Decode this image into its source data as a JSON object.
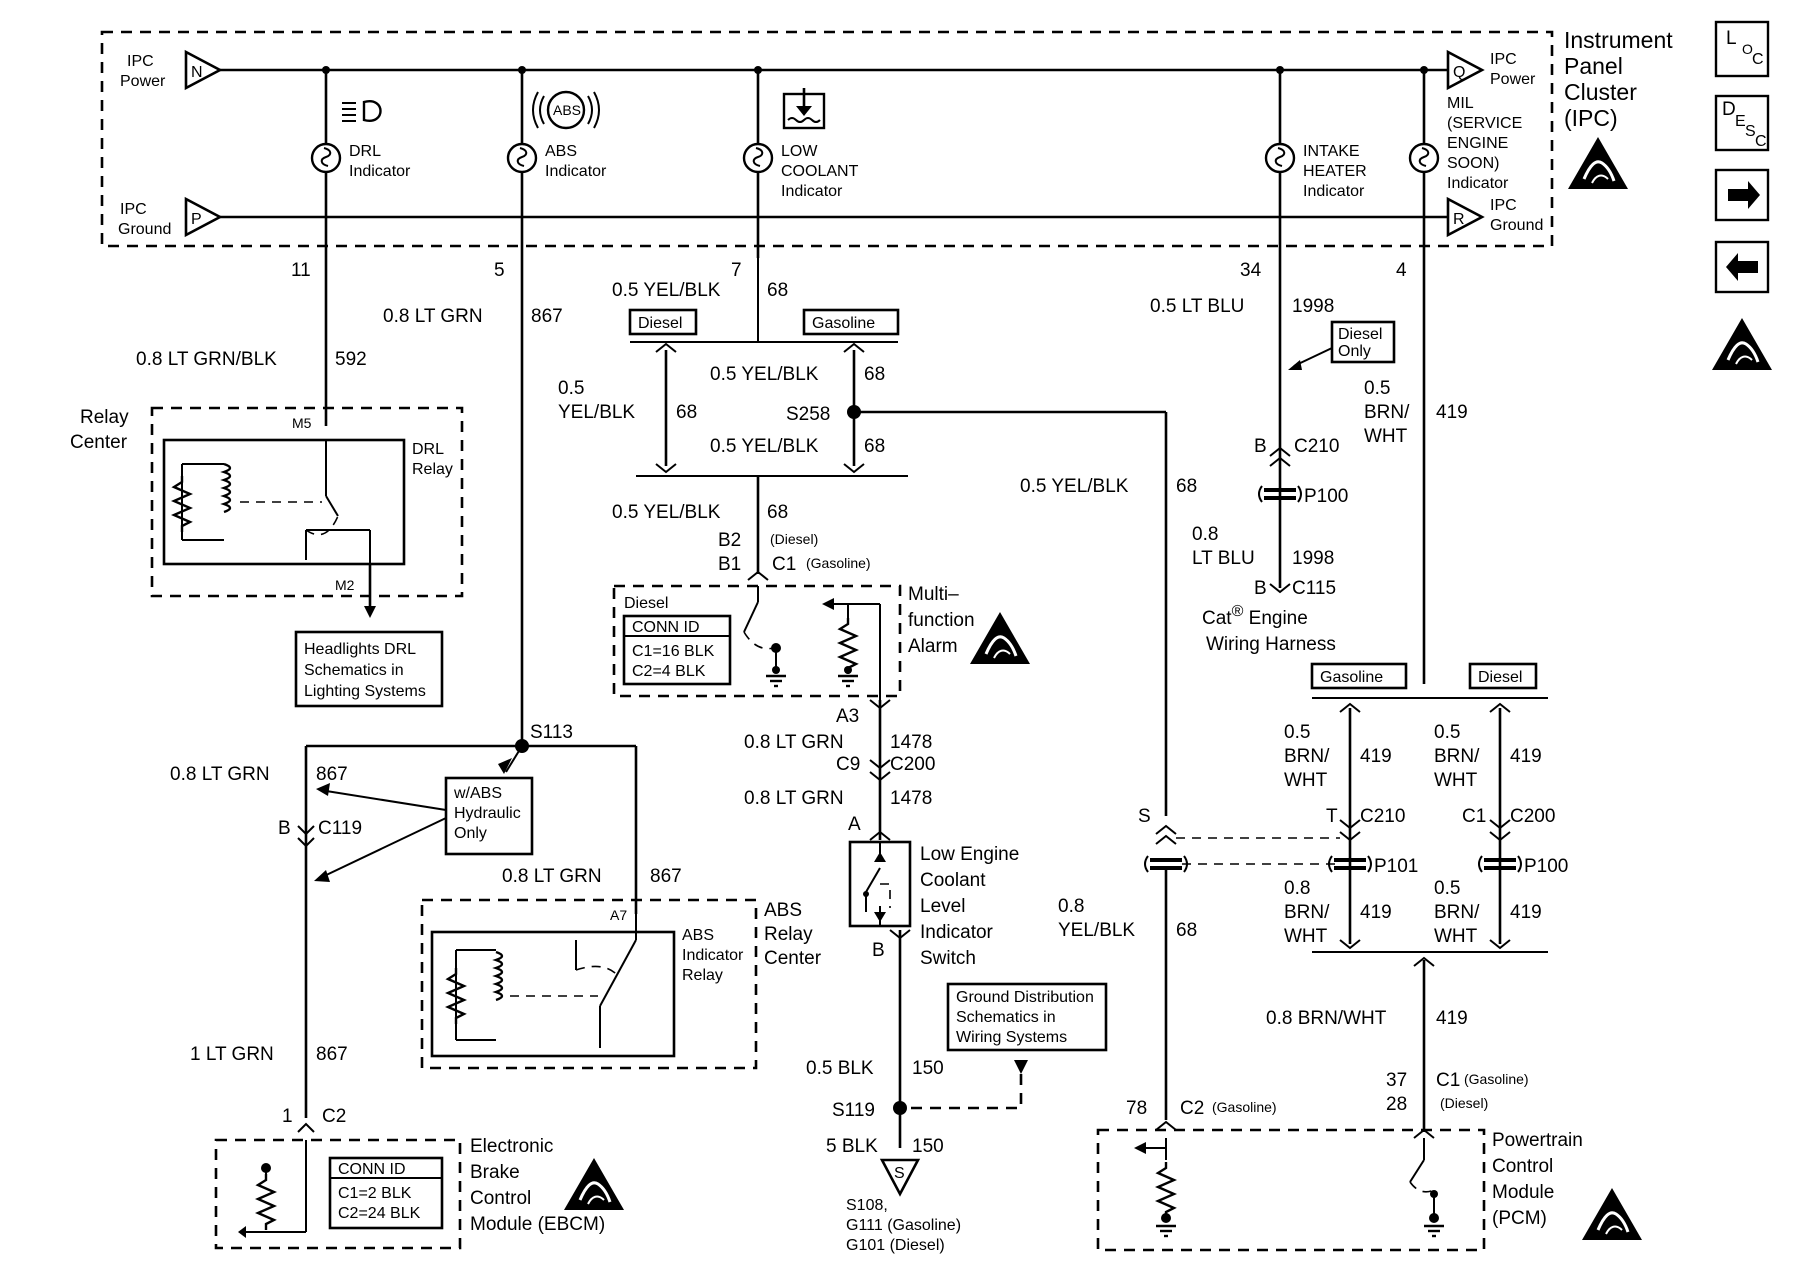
{
  "ipc": {
    "title_lines": [
      "Instrument",
      "Panel",
      "Cluster",
      "(IPC)"
    ],
    "power_left": [
      "IPC",
      "Power"
    ],
    "ground_left": [
      "IPC",
      "Ground"
    ],
    "power_right": [
      "IPC",
      "Power"
    ],
    "ground_right": [
      "IPC",
      "Ground"
    ],
    "conn_n": "N",
    "conn_p": "P",
    "conn_q": "Q",
    "conn_r": "R",
    "abs_symbol": "ABS",
    "drl_indicator": [
      "DRL",
      "Indicator"
    ],
    "abs_indicator": [
      "ABS",
      "Indicator"
    ],
    "low_coolant_indicator": [
      "LOW",
      "COOLANT",
      "Indicator"
    ],
    "intake_heater_indicator": [
      "INTAKE",
      "HEATER",
      "Indicator"
    ],
    "mil_indicator": [
      "MIL",
      "(SERVICE",
      "ENGINE",
      "SOON)",
      "Indicator"
    ]
  },
  "nav": {
    "loc": {
      "l": "L",
      "o": "O",
      "c": "C"
    },
    "desc": {
      "d": "D",
      "e": "E",
      "s": "S",
      "c": "C"
    },
    "next_arrow": "→",
    "prev_arrow": "←"
  },
  "pins": {
    "p11": "11",
    "p5": "5",
    "p7": "7",
    "p34": "34",
    "p4": "4"
  },
  "wires": {
    "drl_wire": [
      "0.8 LT GRN/BLK",
      "592"
    ],
    "abs_wire_top": [
      "0.8 LT GRN",
      "867"
    ],
    "coolant_top": [
      "0.5 YEL/BLK",
      "68"
    ],
    "diesel_tag": "Diesel",
    "gasoline_tag": "Gasoline",
    "coolant_left": [
      "0.5",
      "YEL/BLK",
      "68"
    ],
    "coolant_right_upper": [
      "0.5 YEL/BLK",
      "68"
    ],
    "splice_s258": "S258",
    "coolant_right_lower": [
      "0.5 YEL/BLK",
      "68"
    ],
    "coolant_to_alarm": [
      "0.5 YEL/BLK",
      "68"
    ],
    "alarm_conn": [
      "B2",
      "B1",
      "(Diesel)",
      "C1",
      "(Gasoline)"
    ],
    "s258_to_pcm": [
      "0.5 YEL/BLK",
      "68"
    ],
    "intake_wire": [
      "0.5 LT BLU",
      "1998"
    ],
    "diesel_only": [
      "Diesel",
      "Only"
    ],
    "c210_b": [
      "B",
      "C210"
    ],
    "p100_top": "P100",
    "intake_lower": [
      "0.8",
      "LT BLU",
      "1998"
    ],
    "c115": [
      "B",
      "C115"
    ],
    "cat_harness": [
      "Cat",
      "®",
      " Engine",
      "Wiring Harness"
    ],
    "mil_wire": [
      "0.5",
      "BRN/",
      "WHT",
      "419"
    ],
    "alarm_to_switch": [
      "A3",
      "0.8 LT GRN",
      "1478",
      "C9",
      "C200"
    ],
    "switch_in": [
      "0.8 LT GRN",
      "1478",
      "A"
    ],
    "switch_out": "B",
    "ground_wire": [
      "0.5 BLK",
      "150"
    ],
    "s119": "S119",
    "ground_main": [
      "5 BLK",
      "150"
    ],
    "ground_sym": "S",
    "ground_locs": [
      "S108,",
      "G111 (Gasoline)",
      "G101 (Diesel)"
    ],
    "s113": "S113",
    "abs_branch": [
      "0.8 LT GRN",
      "867"
    ],
    "c119": [
      "B",
      "C119"
    ],
    "abs_relay_wire": [
      "0.8 LT GRN",
      "867"
    ],
    "a7": "A7",
    "ebcm_wire": [
      "1 LT GRN",
      "867"
    ],
    "ebcm_conn": [
      "1",
      "C2"
    ],
    "pcm_s": "S",
    "pcm_lower": [
      "0.8",
      "YEL/BLK",
      "68"
    ],
    "pcm_conn_left": [
      "78",
      "C2",
      "(Gasoline)"
    ],
    "mil_gas": [
      "0.5",
      "BRN/",
      "WHT",
      "419",
      "T",
      "C210"
    ],
    "mil_diesel": [
      "0.5",
      "BRN/",
      "WHT",
      "419",
      "C1",
      "C200"
    ],
    "p101": "P101",
    "p100_right": "P100",
    "mil_gas_lower": [
      "0.8",
      "BRN/",
      "WHT",
      "419"
    ],
    "mil_diesel_lower": [
      "0.5",
      "BRN/",
      "WHT",
      "419"
    ],
    "mil_main": [
      "0.8 BRN/WHT",
      "419"
    ],
    "pcm_conn_right": [
      "37",
      "28",
      "C1",
      "(Gasoline)",
      "(Diesel)"
    ],
    "m5": "M5",
    "m2": "M2"
  },
  "components": {
    "relay_center": [
      "Relay",
      "Center"
    ],
    "drl_relay": [
      "DRL",
      "Relay"
    ],
    "headlights_ref": [
      "Headlights DRL",
      "Schematics in",
      "Lighting Systems"
    ],
    "alarm_diesel": "Diesel",
    "conn_id_alarm": [
      "CONN ID",
      "C1=16 BLK",
      "C2=4 BLK"
    ],
    "multifunction_alarm": [
      "Multi–",
      "function",
      "Alarm"
    ],
    "abs_hydraulic": [
      "w/ABS",
      "Hydraulic",
      "Only"
    ],
    "abs_relay_center": [
      "ABS",
      "Relay",
      "Center"
    ],
    "abs_indicator_relay": [
      "ABS",
      "Indicator",
      "Relay"
    ],
    "low_engine_coolant_switch": [
      "Low Engine",
      "Coolant",
      "Level",
      "Indicator",
      "Switch"
    ],
    "ground_distribution": [
      "Ground Distribution",
      "Schematics in",
      "Wiring Systems"
    ],
    "conn_id_ebcm": [
      "CONN ID",
      "C1=2 BLK",
      "C2=24 BLK"
    ],
    "ebcm": [
      "Electronic",
      "Brake",
      "Control",
      "Module (EBCM)"
    ],
    "pcm": [
      "Powertrain",
      "Control",
      "Module",
      "(PCM)"
    ]
  }
}
